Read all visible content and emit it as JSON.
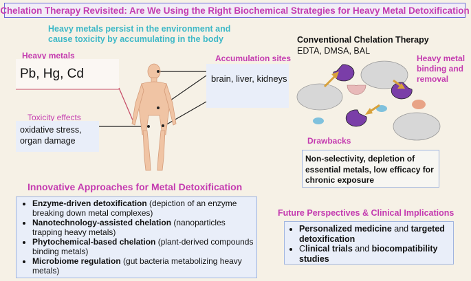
{
  "title": "Chelation Therapy Revisited: Are We Using the Right Biochemical Strategies for Heavy Metal Detoxification",
  "subtitle": "Heavy metals persist in the environment and cause toxicity by accumulating in the body",
  "heavy_metals": {
    "label": "Heavy metals",
    "value": "Pb, Hg, Cd"
  },
  "accumulation": {
    "label": "Accumulation sites",
    "value": "brain, liver, kidneys"
  },
  "toxicity": {
    "label": "Toxicity effects",
    "value": "oxidative stress, organ damage"
  },
  "conventional": {
    "title": "Conventional Chelation Therapy",
    "agents": "EDTA, DMSA, BAL",
    "binding_label": "Heavy metal binding and removal"
  },
  "drawbacks": {
    "label": "Drawbacks",
    "text": "Non-selectivity, depletion of essential metals, low efficacy for chronic exposure"
  },
  "innovative": {
    "title": "Innovative Approaches for Metal Detoxification",
    "items": [
      {
        "bold": "Enzyme-driven detoxification",
        "rest": " (depiction of an enzyme breaking down metal complexes)"
      },
      {
        "bold": "Nanotechnology-assisted chelation",
        "rest": " (nanoparticles trapping heavy metals)"
      },
      {
        "bold": "Phytochemical-based chelation",
        "rest": " (plant-derived compounds binding metals)"
      },
      {
        "bold": "Microbiome regulation",
        "rest": " (gut bacteria metabolizing heavy metals)"
      }
    ]
  },
  "future": {
    "title": "Future Perspectives & Clinical Implications",
    "item1_bold": "Personalized medicine",
    "item1_mid": " and ",
    "item1_bold2": "targeted detoxification",
    "item2_c": "C",
    "item2_bold": "linical trials",
    "item2_mid": " and ",
    "item2_bold2": "biocompatibility studies"
  },
  "colors": {
    "accent_pink": "#c43bb0",
    "accent_teal": "#3db8c7",
    "chelator_purple": "#7a3ea8",
    "arrow_gold": "#d8a13a",
    "box_border": "#9fb4df"
  },
  "icons": [
    "human-body-figure",
    "chelation-molecule-diagram"
  ]
}
